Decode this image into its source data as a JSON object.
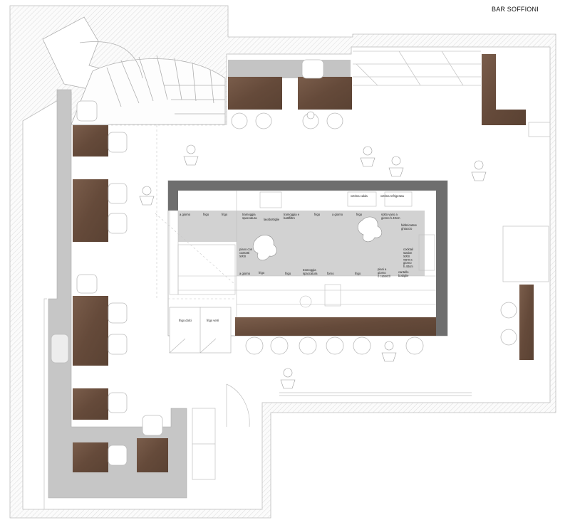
{
  "title": "BAR SOFFIONI",
  "labels": {
    "a_giorno_1": "a giorno",
    "frigo_1": "frigo",
    "frigo_2": "frigo",
    "tramoggia_1": "tramoggia\nspaccatura",
    "lavabottiglie": "lavabottiglie",
    "tramoggia_2": "tramoggia e\nbattifiltro",
    "frigo_3": "frigo",
    "a_giorno_2": "a giorno",
    "frigo_4": "frigo",
    "vetrina_calda": "vetrina calda",
    "vetrina_refrigerata": "vetrina refrigerata",
    "sotto_vano": "sotto vano a\ngiorno h.40cm",
    "fabbricatore_ghiaccio": "fabbricatore\nghiaccio",
    "piano_con": "piano con\ncassetti\nsotto",
    "cocktail": "cocktail\nstation\nsotto\nvano a\ngiorno\nh.40cm",
    "a_giorno_3": "a giorno",
    "frigo_5": "frigo",
    "frigo_6": "frigo",
    "tramoggia_3": "tramoggia\nspaccatura",
    "forno": "forno",
    "frigo_7": "frigo",
    "piani_a_giorno": "piani a\ngiorno\no cassetti",
    "cantello": "cantello\nbottiglie",
    "frigo_dolci": "frigo dolci",
    "frigo_vetri": "frigo vetri"
  },
  "colors": {
    "wall_hatch": "#d4d4d4",
    "counter_grey": "#c4c4c4",
    "wood": "#6b5040",
    "wood_dark": "#5a4233",
    "dark_grey": "#6e6e6e",
    "line": "#b8b8b8"
  }
}
